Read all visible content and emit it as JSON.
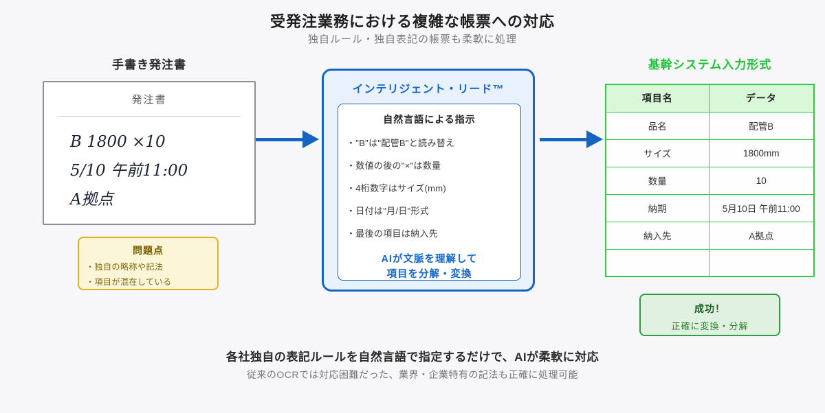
{
  "header": {
    "title": "受発注業務における複雑な帳票への対応",
    "subtitle": "独自ルール・独自表記の帳票も柔軟に処理"
  },
  "handwritten": {
    "heading": "手書き発注書",
    "paper": {
      "title": "発注書",
      "lines": [
        "B 1800 ×10",
        "5/10 午前11:00",
        "A拠点"
      ]
    },
    "problems": {
      "title": "問題点",
      "items": [
        "・独自の略称や記法",
        "・項目が混在している"
      ]
    }
  },
  "intelligent_read": {
    "title": "インテリジェント・リード™",
    "instructions": {
      "title": "自然言語による指示",
      "items": [
        "・\"B\"は\"配管B\"と読み替え",
        "・数値の後の\"×\"は数量",
        "・4桁数字はサイズ(mm)",
        "・日付は\"月/日\"形式",
        "・最後の項目は納入先"
      ]
    },
    "conclusion": {
      "line1": "AIが文脈を理解して",
      "line2": "項目を分解・変換"
    }
  },
  "system_format": {
    "heading": "基幹システム入力形式",
    "table": {
      "headers": [
        "項目名",
        "データ"
      ],
      "rows": [
        [
          "品名",
          "配管B"
        ],
        [
          "サイズ",
          "1800mm"
        ],
        [
          "数量",
          "10"
        ],
        [
          "納期",
          "5月10日 午前11:00"
        ],
        [
          "納入先",
          "A拠点"
        ],
        [
          "",
          ""
        ]
      ]
    },
    "success": {
      "title": "成功！",
      "subtitle": "正確に変換・分解"
    }
  },
  "footer": {
    "bold": "各社独自の表記ルールを自然言語で指定するだけで、AIが柔軟に対応",
    "sub": "従来のOCRでは対応困難だった、業界・企業特有の記法も正確に処理可能"
  },
  "colors": {
    "accent_blue": "#1565c0",
    "light_blue_bg": "#e8f1fc",
    "accent_green": "#2ecc40",
    "green_heading": "#1ec337",
    "light_green_bg": "#d8f8d8",
    "success_green": "#2e7d32",
    "warning_border": "#e2b023",
    "warning_bg": "#fcf5d8",
    "warning_text": "#7a5c00",
    "page_bg": "#f7f7fa"
  }
}
